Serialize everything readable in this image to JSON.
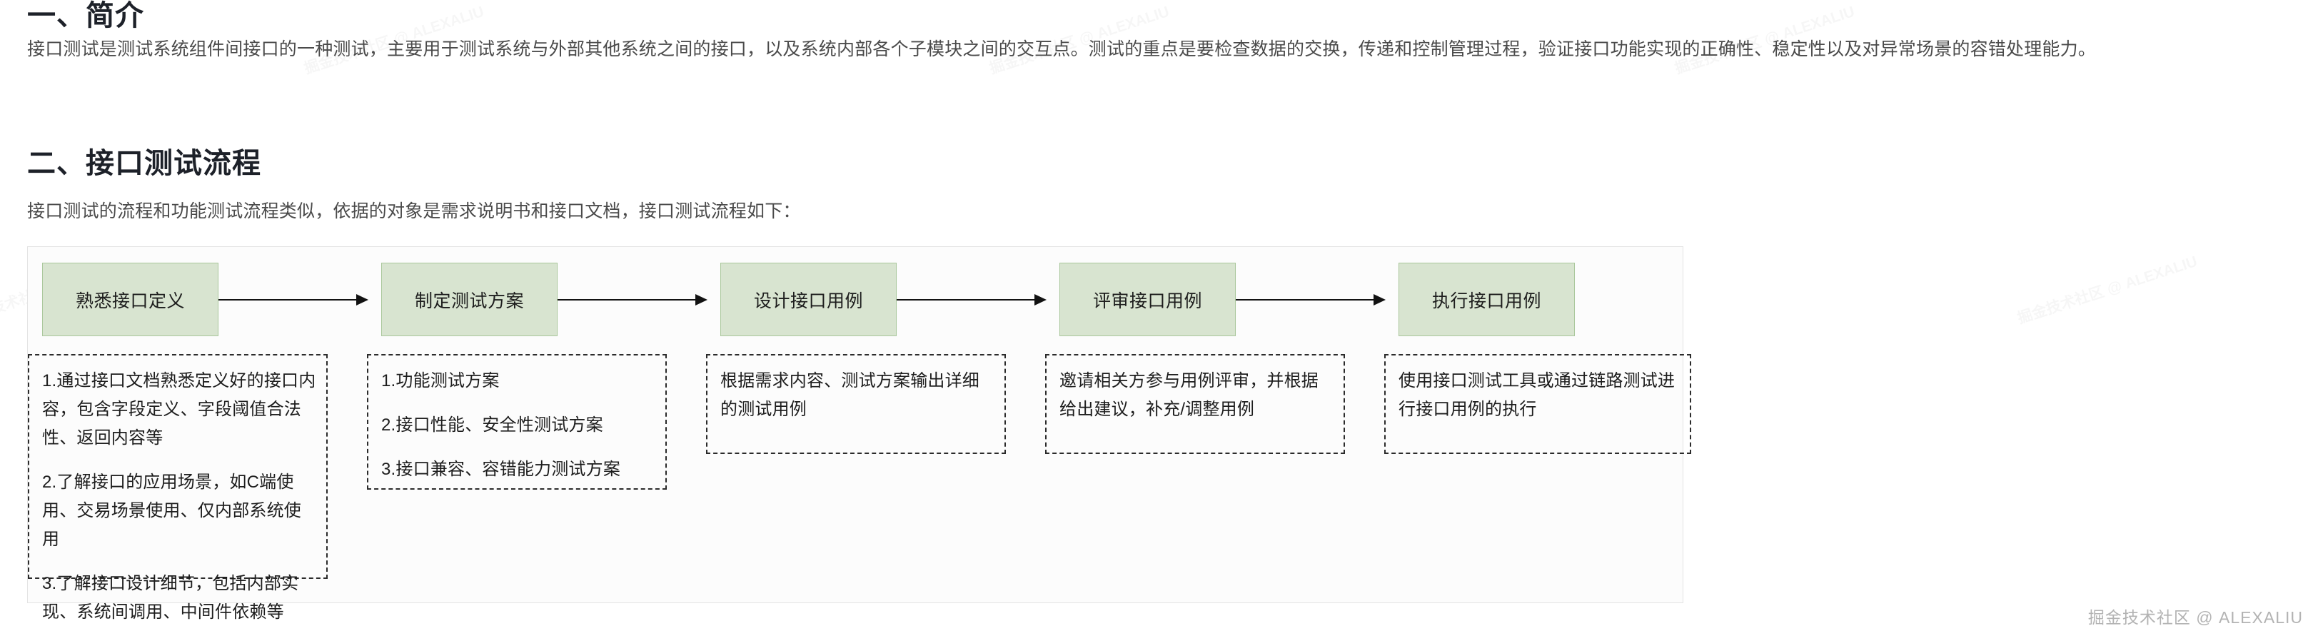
{
  "sections": [
    {
      "heading": "一、简介",
      "paragraph": "接口测试是测试系统组件间接口的一种测试，主要用于测试系统与外部其他系统之间的接口，以及系统内部各个子模块之间的交互点。测试的重点是要检查数据的交换，传递和控制管理过程，验证接口功能实现的正确性、稳定性以及对异常场景的容错处理能力。"
    },
    {
      "heading": "二、接口测试流程",
      "paragraph": "接口测试的流程和功能测试流程类似，依据的对象是需求说明书和接口文档，接口测试流程如下："
    }
  ],
  "flowchart": {
    "type": "process-flow",
    "box_fill": "#d8e4d0",
    "box_border": "#a9c79b",
    "stages": [
      {
        "label": "熟悉接口定义",
        "has_arrow": true,
        "details": [
          "1.通过接口文档熟悉定义好的接口内容，包含字段定义、字段阈值合法性、返回内容等",
          "2.了解接口的应用场景，如C端使用、交易场景使用、仅内部系统使用",
          "3.了解接口设计细节，包括内部实现、系统间调用、中间件依赖等"
        ]
      },
      {
        "label": "制定测试方案",
        "has_arrow": true,
        "details": [
          "1.功能测试方案",
          "2.接口性能、安全性测试方案",
          "3.接口兼容、容错能力测试方案"
        ]
      },
      {
        "label": "设计接口用例",
        "has_arrow": true,
        "details": [
          "根据需求内容、测试方案输出详细的测试用例"
        ]
      },
      {
        "label": "评审接口用例",
        "has_arrow": true,
        "details": [
          "邀请相关方参与用例评审，并根据给出建议，补充/调整用例"
        ]
      },
      {
        "label": "执行接口用例",
        "has_arrow": false,
        "details": [
          "使用接口测试工具或通过链路测试进行接口用例的执行"
        ]
      }
    ]
  },
  "watermark": {
    "credit": "掘金技术社区 @ ALEXALIU",
    "tile": "掘金技术社区 @ ALEXALIU"
  }
}
